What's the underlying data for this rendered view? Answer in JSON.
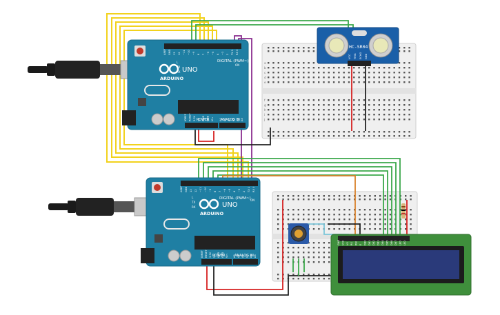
{
  "arduino_top": {
    "brand": "ARDUINO",
    "model": "UNO",
    "digital_label": "DIGITAL (PWM~)",
    "power_label": "POWER",
    "analog_label": "ANALOG IN",
    "pins_digital": [
      "AREF",
      "GND",
      "13",
      "12",
      "~11",
      "~10",
      "~9",
      "8",
      "7",
      "~6",
      "~5",
      "4",
      "~3",
      "2",
      "TX 1",
      "RX 0"
    ],
    "pins_power": [
      "IOREF",
      "RESET",
      "3.3V",
      "5V",
      "GND",
      "GND",
      "Vin"
    ],
    "pins_analog": [
      "A0",
      "A1",
      "A2",
      "A3",
      "A4",
      "A5"
    ],
    "led_labels": [
      "L",
      "TX",
      "RX",
      "ON"
    ],
    "reset_label": "RESET"
  },
  "arduino_bottom": {
    "brand": "ARDUINO",
    "model": "UNO",
    "digital_label": "DIGITAL (PWM~)",
    "power_label": "POWER",
    "analog_label": "ANALOG IN",
    "pins_digital": [
      "AREF",
      "GND",
      "13",
      "12",
      "~11",
      "~10",
      "~9",
      "8",
      "7",
      "~6",
      "~5",
      "4",
      "~3",
      "2",
      "TX 1",
      "RX 0"
    ],
    "pins_power": [
      "IOREF",
      "RESET",
      "3.3V",
      "5V",
      "GND",
      "GND",
      "Vin"
    ],
    "pins_analog": [
      "A0",
      "A1",
      "A2",
      "A3",
      "A4",
      "A5"
    ],
    "led_labels": [
      "L",
      "TX",
      "RX",
      "ON"
    ],
    "reset_label": "RESET"
  },
  "sensor": {
    "name": "HC-SR04",
    "pins": [
      "VCC",
      "TRIG",
      "ECHO",
      "GND"
    ]
  },
  "lcd": {
    "pins": [
      "GND",
      "VCC",
      "V0",
      "RS",
      "RW",
      "E",
      "DB0",
      "DB1",
      "DB2",
      "DB3",
      "DB4",
      "DB5",
      "DB6",
      "DB7",
      "LED",
      "LED"
    ]
  },
  "breadboard_top": {
    "rows_left": [
      "a",
      "b",
      "c",
      "d",
      "e"
    ],
    "rows_right": [
      "f",
      "g",
      "h",
      "i",
      "j"
    ]
  },
  "breadboard_bottom": {
    "rows_left": [
      "a",
      "b",
      "c",
      "d",
      "e"
    ],
    "rows_right": [
      "f",
      "g",
      "h",
      "i",
      "j"
    ]
  },
  "colors": {
    "arduino_blue": "#1f7fa3",
    "breadboard": "#efefef",
    "wire_yellow": "#f2d21c",
    "wire_green": "#3aa84a",
    "wire_purple": "#8a2d8f",
    "wire_red": "#d62020",
    "wire_black": "#222222",
    "wire_orange": "#d9812a",
    "wire_cyan": "#7cc6d9",
    "lcd_green": "#3f8f3c",
    "lcd_screen": "#2a3a7a",
    "sensor_blue": "#1a5fa8"
  }
}
